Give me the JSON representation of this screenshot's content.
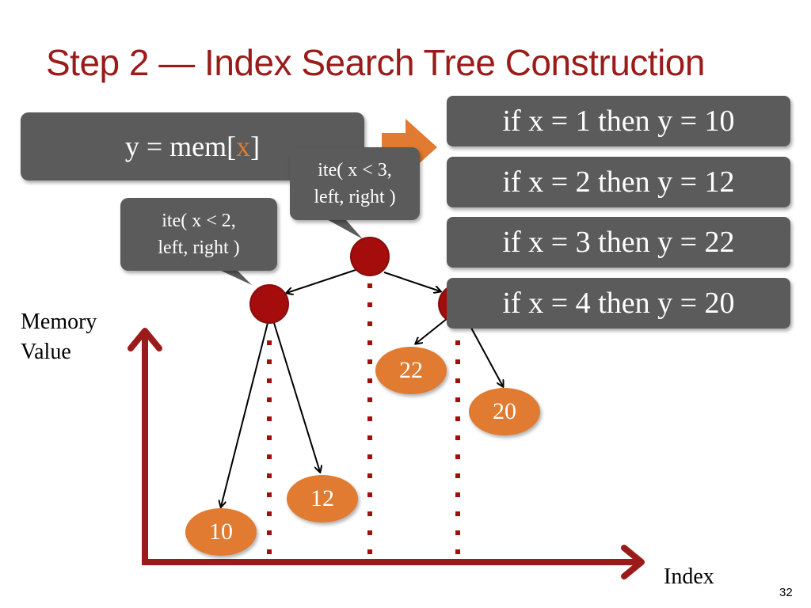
{
  "slide": {
    "title": "Step 2 — Index Search Tree Construction",
    "page_number": "32"
  },
  "mem_expr": {
    "prefix": "y = mem[",
    "var": "x",
    "suffix": "]"
  },
  "callouts": {
    "ite_root": {
      "line1": "ite( x < 3,",
      "line2": "left, right )"
    },
    "ite_left": {
      "line1": "ite( x < 2,",
      "line2": "left, right )"
    }
  },
  "rules": [
    "if x = 1 then y = 10",
    "if x = 2 then y = 12",
    "if x = 3 then y = 22",
    "if x = 4 then y = 20"
  ],
  "leaves": [
    "22",
    "20",
    "12",
    "10"
  ],
  "axes": {
    "y_label_line1": "Memory",
    "y_label_line2": "Value",
    "x_label": "Index"
  },
  "colors": {
    "title": "#9b1b1b",
    "axis": "#9b1b1b",
    "node": "#a50d0d",
    "leaf": "#e07b31",
    "callout": "#5b5b5b",
    "arrow_accent": "#e07b31"
  }
}
